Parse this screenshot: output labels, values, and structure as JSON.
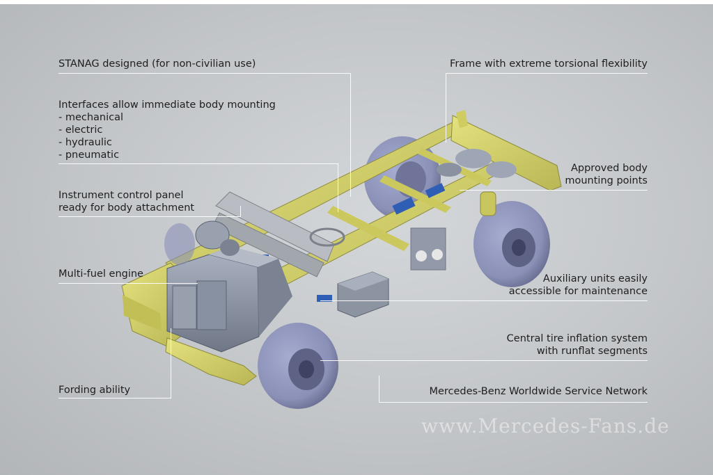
{
  "callouts": {
    "stanag": "STANAG designed (for non-civilian use)",
    "interfaces": "Interfaces allow immediate body mounting\n- mechanical\n- electric\n- hydraulic\n- pneumatic",
    "instrument": "Instrument control panel\nready for body attachment",
    "engine": "Multi-fuel engine",
    "fording": "Fording ability",
    "frame": "Frame with extreme torsional flexibility",
    "mounting": "Approved body\nmounting points",
    "auxiliary": "Auxiliary units easily\naccessible for maintenance",
    "tire": "Central tire inflation system\nwith runflat segments",
    "service": "Mercedes-Benz Worldwide Service Network"
  },
  "watermark": "www.Mercedes-Fans.de",
  "colors": {
    "frame": "#d6d36a",
    "frame_dark": "#a9a64a",
    "tire": "#8d93b8",
    "tire_dark": "#6c7196",
    "engine": "#8f97a8",
    "parts_blue": "#2f5fb5"
  }
}
